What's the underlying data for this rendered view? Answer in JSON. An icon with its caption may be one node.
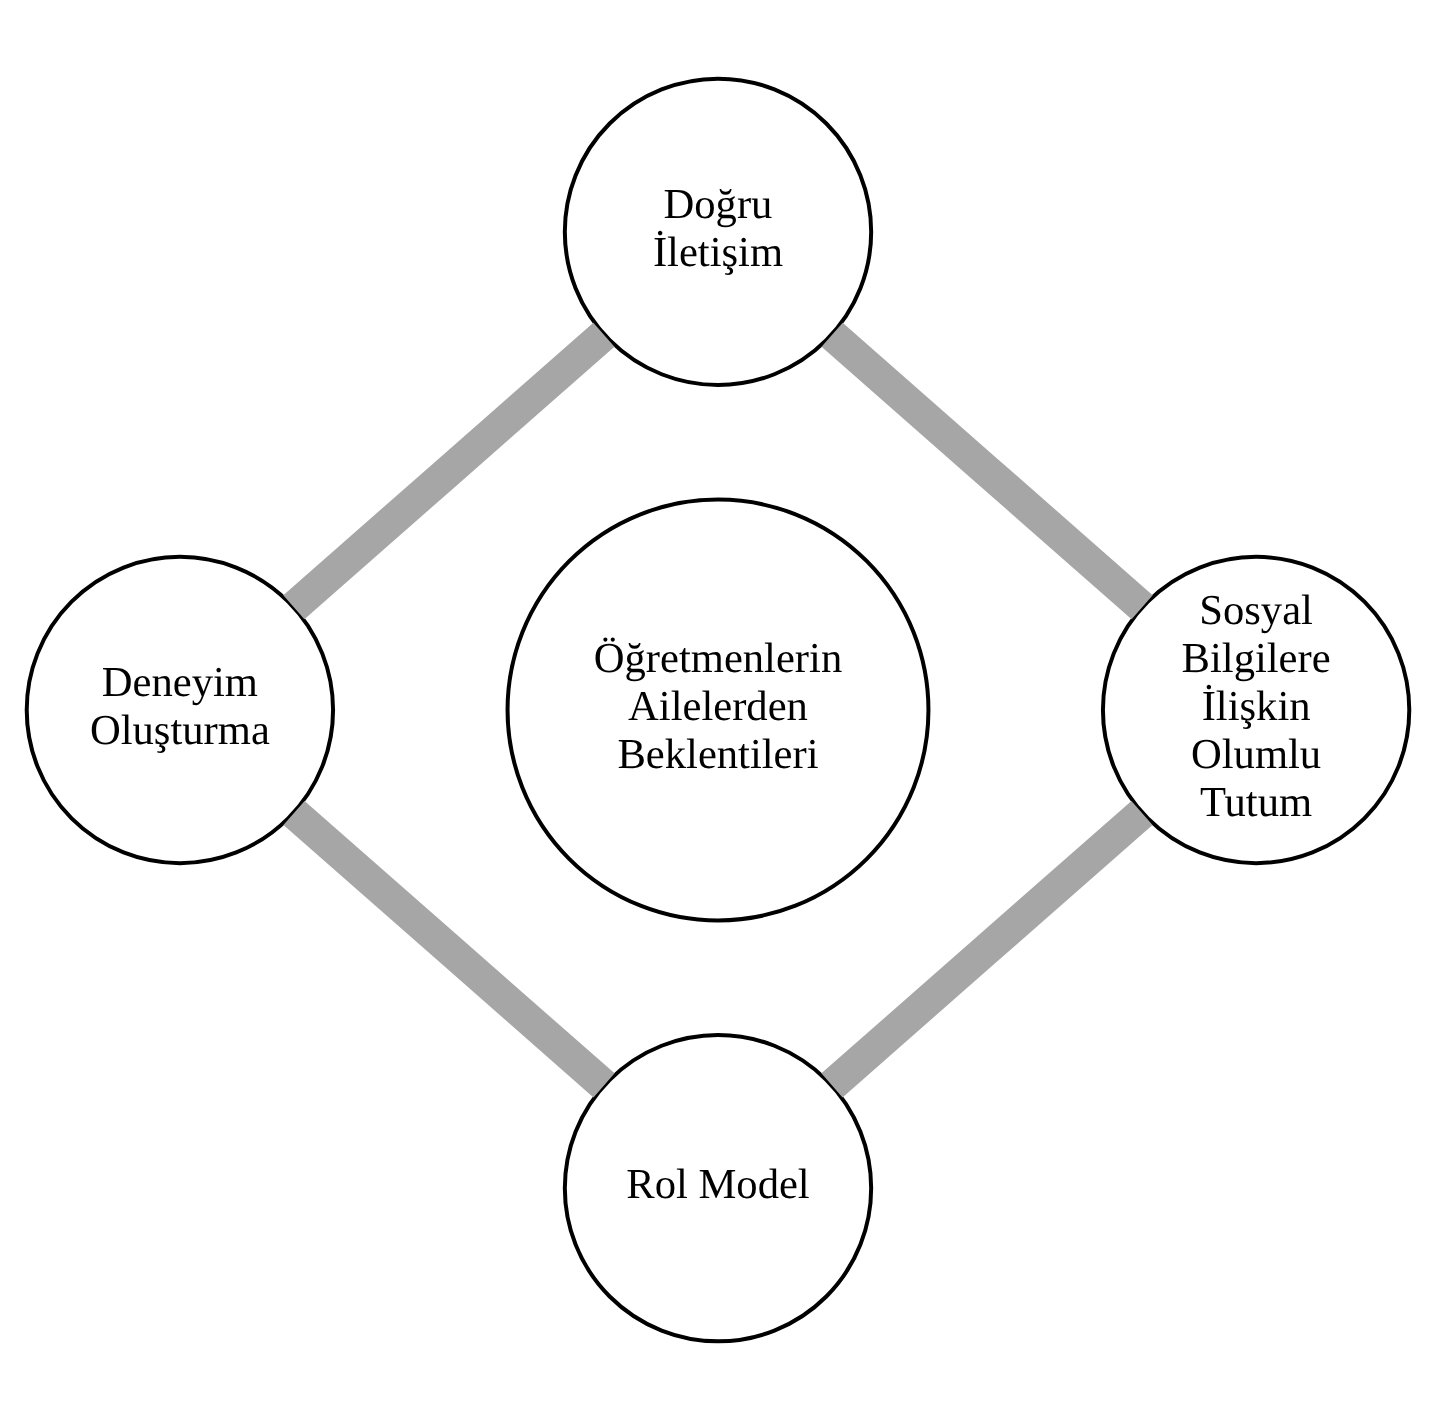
{
  "diagram": {
    "nodes": [
      {
        "text": [
          "Doğru İletişim"
        ]
      },
      {
        "text": [
          "Deneyim Oluşturma"
        ]
      },
      {
        "text": [
          "Öğretmenlerin Ailelerden Beklentileri"
        ]
      },
      {
        "text": [
          "Sosyal Bilgilere İlişkin Olumlu Tutum"
        ]
      },
      {
        "text": [
          "Rol Model"
        ]
      }
    ],
    "edges": [
      {
        "from": 0,
        "to": 3,
        "arrow": "none"
      },
      {
        "from": 3,
        "to": 4,
        "arrow": "none"
      },
      {
        "from": 1,
        "to": 4,
        "arrow": "none"
      },
      {
        "from": 0,
        "to": 1,
        "arrow": "none"
      }
    ]
  }
}
